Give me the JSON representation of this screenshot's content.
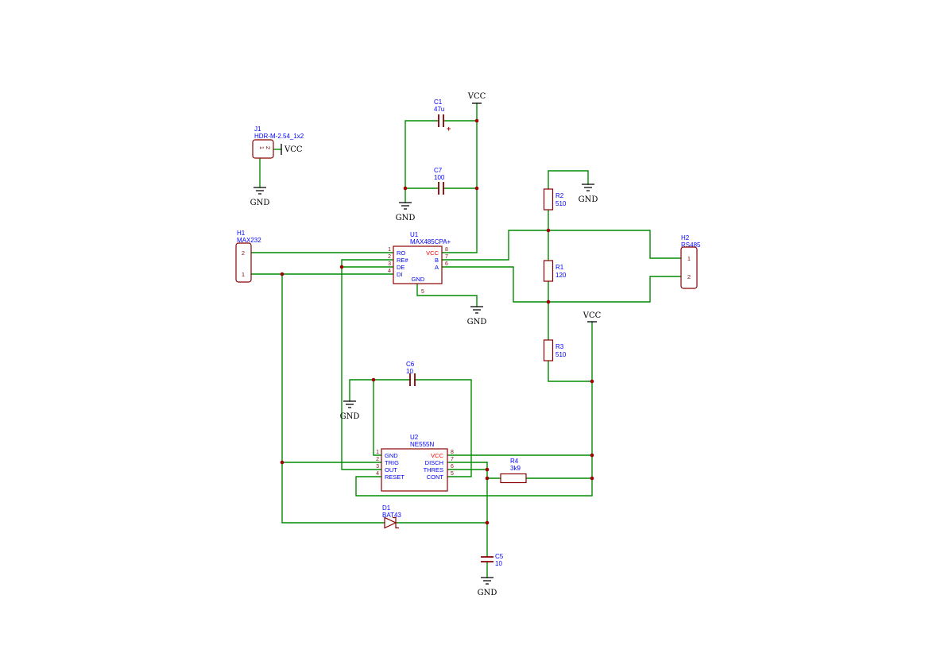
{
  "app": {
    "background": "#ffffff"
  },
  "nets": {
    "vcc": "VCC",
    "gnd": "GND"
  },
  "components": {
    "J1": {
      "ref": "J1",
      "value": "HDR-M-2.54_1x2",
      "pin1": "1",
      "pin2": "2"
    },
    "H1": {
      "ref": "H1",
      "value": "MAX232",
      "pin1": "1",
      "pin2": "2"
    },
    "H2": {
      "ref": "H2",
      "value": "RS485",
      "pin1": "1",
      "pin2": "2"
    },
    "U1": {
      "ref": "U1",
      "value": "MAX485CPA+",
      "pins": {
        "p1": {
          "num": "1",
          "name": "RO"
        },
        "p2": {
          "num": "2",
          "name": "RE#"
        },
        "p3": {
          "num": "3",
          "name": "DE"
        },
        "p4": {
          "num": "4",
          "name": "DI"
        },
        "p5": {
          "num": "5",
          "name": "GND"
        },
        "p6": {
          "num": "6",
          "name": "A"
        },
        "p7": {
          "num": "7",
          "name": "B"
        },
        "p8": {
          "num": "8",
          "name": "VCC"
        }
      }
    },
    "U2": {
      "ref": "U2",
      "value": "NE555N",
      "pins": {
        "p1": {
          "num": "1",
          "name": "GND"
        },
        "p2": {
          "num": "2",
          "name": "TRIG"
        },
        "p3": {
          "num": "3",
          "name": "OUT"
        },
        "p4": {
          "num": "4",
          "name": "RESET"
        },
        "p5": {
          "num": "5",
          "name": "CONT"
        },
        "p6": {
          "num": "6",
          "name": "THRES"
        },
        "p7": {
          "num": "7",
          "name": "DISCH"
        },
        "p8": {
          "num": "8",
          "name": "VCC"
        }
      }
    },
    "C1": {
      "ref": "C1",
      "value": "47u",
      "polarity": "+"
    },
    "C5": {
      "ref": "C5",
      "value": "10"
    },
    "C6": {
      "ref": "C6",
      "value": "10"
    },
    "C7": {
      "ref": "C7",
      "value": "100"
    },
    "R1": {
      "ref": "R1",
      "value": "120"
    },
    "R2": {
      "ref": "R2",
      "value": "510"
    },
    "R3": {
      "ref": "R3",
      "value": "510"
    },
    "R4": {
      "ref": "R4",
      "value": "3k9"
    },
    "D1": {
      "ref": "D1",
      "value": "BAT43"
    }
  },
  "colors": {
    "wire": "#008b00",
    "outline": "#8b0000",
    "label": "#0000ff",
    "pin_number": "#7a1010",
    "net_text": "#000000",
    "vcc_pin_name": "#ff0000",
    "junction": "#a00000"
  }
}
